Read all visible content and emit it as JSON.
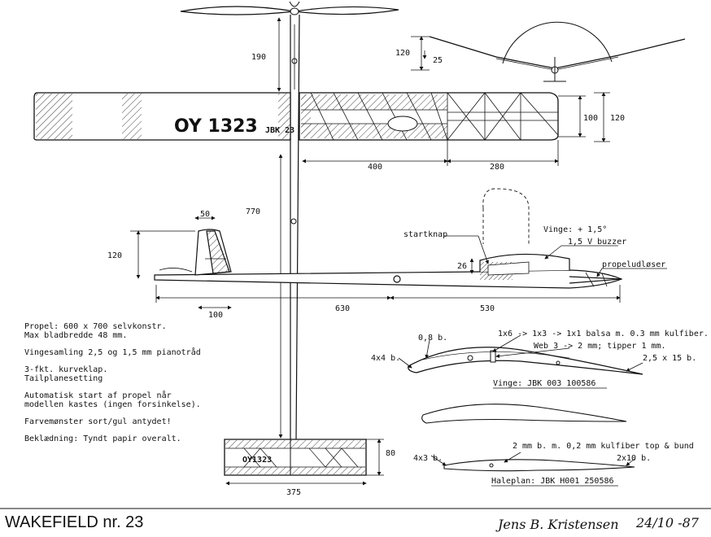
{
  "title_block": {
    "title": "WAKEFIELD nr. 23",
    "designer": "Jens B. Kristensen",
    "date": "24/10 -87"
  },
  "plan_view": {
    "registration": "OY 1323",
    "tail_registration": "OY1323",
    "initials": "JBK 23"
  },
  "dimensions": {
    "prop_to_wing": "190",
    "dihedral_rise": "120",
    "dihedral_tip": "25",
    "wing_chord_inner": "100",
    "wing_chord_outer": "120",
    "wing_panel": "400",
    "wing_tip": "280",
    "fuselage_length": "770",
    "fin_top": "50",
    "fin_height": "120",
    "fin_base": "100",
    "rear_fuselage": "630",
    "front_fuselage": "530",
    "pod_height": "26",
    "stab_span": "375",
    "stab_chord": "80"
  },
  "side_view_labels": {
    "startknap": "startknap",
    "vinge_angle": "Vinge: + 1,5°",
    "buzzer": "1,5 V buzzer",
    "propeludloser": "propeludløser"
  },
  "wing_section": {
    "spar_note": "1x6 -> 1x3 -> 1x1 balsa m. 0.3 mm kulfiber.",
    "web_note": "Web 3 -> 2 mm; tipper 1 mm.",
    "leading_edge": "0,8 b.",
    "le_spar": "4x4 b.",
    "trailing_edge": "2,5 x 15 b.",
    "caption": "Vinge: JBK 003 100586"
  },
  "tail_section": {
    "note": "2 mm b. m. 0,2 mm kulfiber top & bund",
    "le": "4x3 b.",
    "te": "2x10 b.",
    "caption": "Haleplan: JBK H001 250586"
  },
  "notes": [
    "Propel: 600 x 700 selvkonstr.",
    "Max bladbredde 48 mm.",
    "Vingesamling 2,5 og 1,5 mm pianotråd",
    "3-fkt. kurveklap.",
    "Tailplanesetting",
    "Automatisk start af propel når",
    "modellen kastes (ingen forsinkelse).",
    "Farvemønster sort/gul antydet!",
    "Beklædning: Tyndt papir overalt."
  ]
}
